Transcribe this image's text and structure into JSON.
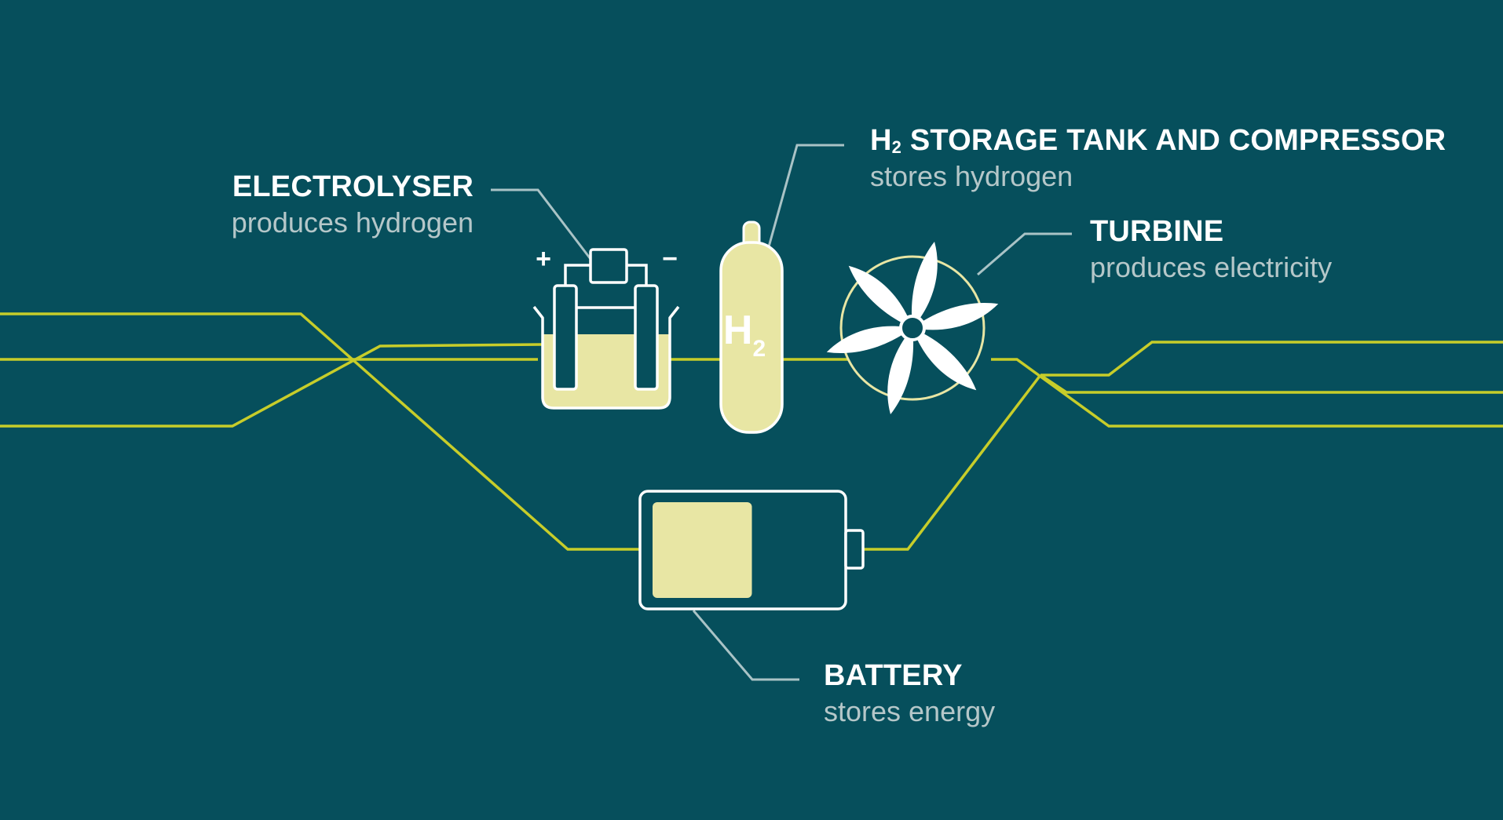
{
  "colors": {
    "background": "#064f5c",
    "flow_line": "#c7cd2a",
    "fill_light": "#e8e6a4",
    "outline": "#ffffff",
    "leader_line": "#a9c3c6",
    "title_text": "#ffffff",
    "subtitle_text": "#b5c7c9"
  },
  "components": {
    "electrolyser": {
      "title": "ELECTROLYSER",
      "subtitle": "produces hydrogen",
      "plus_sign": "+",
      "minus_sign": "−",
      "icon": "electrolyser-icon"
    },
    "storage_tank": {
      "title_main": "H",
      "title_sub": "2",
      "title_rest": " STORAGE TANK AND COMPRESSOR",
      "subtitle": "stores hydrogen",
      "tank_label_main": "H",
      "tank_label_sub": "2",
      "icon": "hydrogen-tank-icon"
    },
    "turbine": {
      "title": "TURBINE",
      "subtitle": "produces electricity",
      "icon": "turbine-icon"
    },
    "battery": {
      "title": "BATTERY",
      "subtitle": "stores energy",
      "icon": "battery-icon",
      "charge_level": 0.55
    }
  }
}
